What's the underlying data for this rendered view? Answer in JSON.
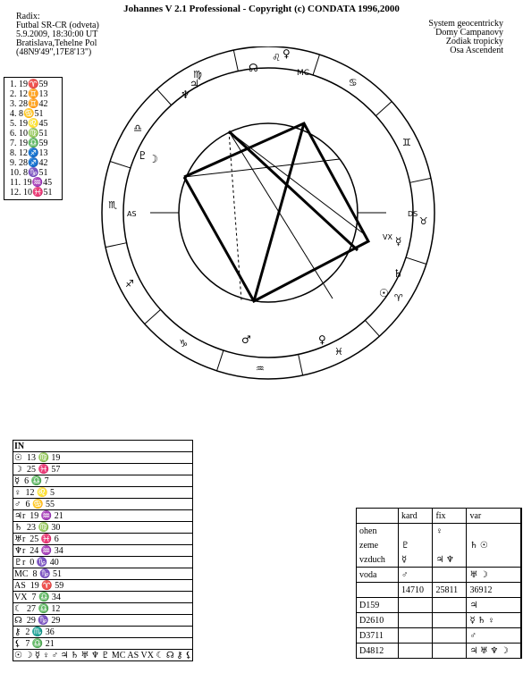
{
  "title": "Johannes V 2.1 Professional - Copyright (c) CONDATA 1996,2000",
  "chart_info": [
    "Radix:",
    "Futbal SR-CR (odveta)",
    "5.9.2009, 18:30:00 UT",
    "Bratislava,Tehelne Pol",
    "(48N9'49\",17E8'13\")"
  ],
  "system_info": [
    "System geocentricky",
    "Domy Campanovy",
    "Zodiak tropicky",
    "Osa Ascendent"
  ],
  "houses": [
    "1.  19♈59",
    "2.  12♊13",
    "3.  28♊42",
    "4.   8♋51",
    "5.  19♌45",
    "6.  10♍51",
    "7.  19♎59",
    "8.  12♐13",
    "9.  28♐42",
    "10.   8♑51",
    "11.  19♒45",
    "12.  10♓51"
  ],
  "wheel_glyphs": {
    "signs": [
      "♌",
      "♋",
      "♊",
      "♉",
      "♈",
      "♓",
      "♒",
      "♑",
      "♐",
      "♏",
      "♎",
      "♍"
    ],
    "planets": [
      "☊",
      "♀",
      "MC",
      "♃",
      "♆",
      "♇",
      "☽",
      "AS",
      "DS",
      "VX",
      "☿",
      "♄",
      "☉",
      "♂",
      "♀"
    ]
  },
  "aspect_grid": {
    "header": "IN",
    "rows": [
      {
        "glyph": "☉",
        "pos": "13 ♍ 19"
      },
      {
        "glyph": "☽",
        "pos": "25 ♓ 57"
      },
      {
        "glyph": "☿",
        "pos": "6 ♎ 7"
      },
      {
        "glyph": "♀",
        "pos": "12 ♌ 5"
      },
      {
        "glyph": "♂",
        "pos": "6 ♋ 55"
      },
      {
        "glyph": "♃r",
        "pos": "19 ♒ 21"
      },
      {
        "glyph": "♄",
        "pos": "23 ♍ 30"
      },
      {
        "glyph": "♅r",
        "pos": "25 ♓ 6"
      },
      {
        "glyph": "♆r",
        "pos": "24 ♒ 34"
      },
      {
        "glyph": "♇r",
        "pos": "0 ♑ 40"
      },
      {
        "glyph": "MC",
        "pos": "8 ♑ 51"
      },
      {
        "glyph": "AS",
        "pos": "19 ♈ 59"
      },
      {
        "glyph": "VX",
        "pos": "7 ♎ 34"
      },
      {
        "glyph": "☾",
        "pos": "27 ♎ 12"
      },
      {
        "glyph": "☊",
        "pos": "29 ♑ 29"
      },
      {
        "glyph": "⚷",
        "pos": "2 ♏ 36"
      },
      {
        "glyph": "⚸",
        "pos": "7 ♎ 21"
      }
    ],
    "footer": "☉ ☽ ☿ ♀ ♂ ♃ ♄ ♅ ♆ ♇ MC AS VX ☾ ☊ ⚷ ⚸"
  },
  "elements_table": {
    "headers": [
      "",
      "kard",
      "fix",
      "var"
    ],
    "rows": [
      [
        "ohen",
        "",
        "♀",
        ""
      ],
      [
        "zeme",
        "♇",
        "",
        "♄ ☉"
      ],
      [
        "vzduch",
        "☿",
        "♃ ♆",
        ""
      ],
      [
        "voda",
        "♂",
        "",
        "♅ ☽"
      ]
    ],
    "totals": [
      "",
      "14710",
      "25811",
      "36912"
    ],
    "decans": [
      [
        "D159",
        "",
        "",
        "♃"
      ],
      [
        "D2610",
        "",
        "",
        "☿ ♄ ♀"
      ],
      [
        "D3711",
        "",
        "",
        "♂"
      ],
      [
        "D4812",
        "",
        "",
        "♃ ♅ ♆ ☽"
      ]
    ]
  }
}
